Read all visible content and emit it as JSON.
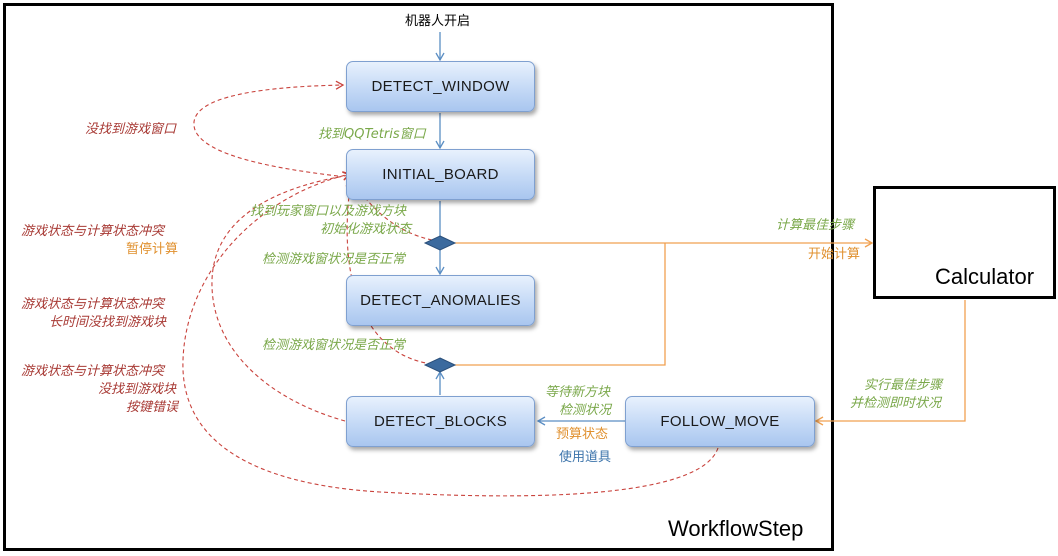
{
  "containers": {
    "workflow": {
      "title": "WorkflowStep"
    },
    "calculator": {
      "title": "Calculator"
    }
  },
  "states": {
    "detect_window": "DETECT_WINDOW",
    "initial_board": "INITIAL_BOARD",
    "detect_anomalies": "DETECT_ANOMALIES",
    "detect_blocks": "DETECT_BLOCKS",
    "follow_move": "FOLLOW_MOVE"
  },
  "labels": {
    "start": "机器人开启",
    "found_window": "找到QQTetris窗口",
    "not_found_window": "没找到游戏窗口",
    "found_player_line1": "找到玩家窗口以及游戏方块",
    "found_player_line2": "初始化游戏状态",
    "check_normal_1": "检测游戏窗状况是否正常",
    "check_normal_2": "检测游戏窗状况是否正常",
    "calc_best": "计算最佳步骤",
    "start_calc": "开始计算",
    "conflict_pause_line1": "游戏状态与计算状态冲突",
    "conflict_pause_line2": "暂停计算",
    "conflict_long_line1": "游戏状态与计算状态冲突",
    "conflict_long_line2": "长时间没找到游戏块",
    "conflict_key_line1": "游戏状态与计算状态冲突",
    "conflict_key_line2": "没找到游戏块",
    "conflict_key_line3": "按键错误",
    "wait_new_line1": "等待新方块",
    "wait_new_line2": "检测状况",
    "predict_state": "预算状态",
    "use_item": "使用道具",
    "exec_best_line1": "实行最佳步骤",
    "exec_best_line2": "并检测即时状况"
  },
  "colors": {
    "flow_blue": "#5b8ec4",
    "decision_fill": "#3b6a9e",
    "error_red": "#c9433d",
    "calc_orange": "#f0a050",
    "label_green": "#7aa84a",
    "label_red": "#a83a35",
    "label_orange": "#e0902e",
    "label_blue": "#3d74ab"
  }
}
